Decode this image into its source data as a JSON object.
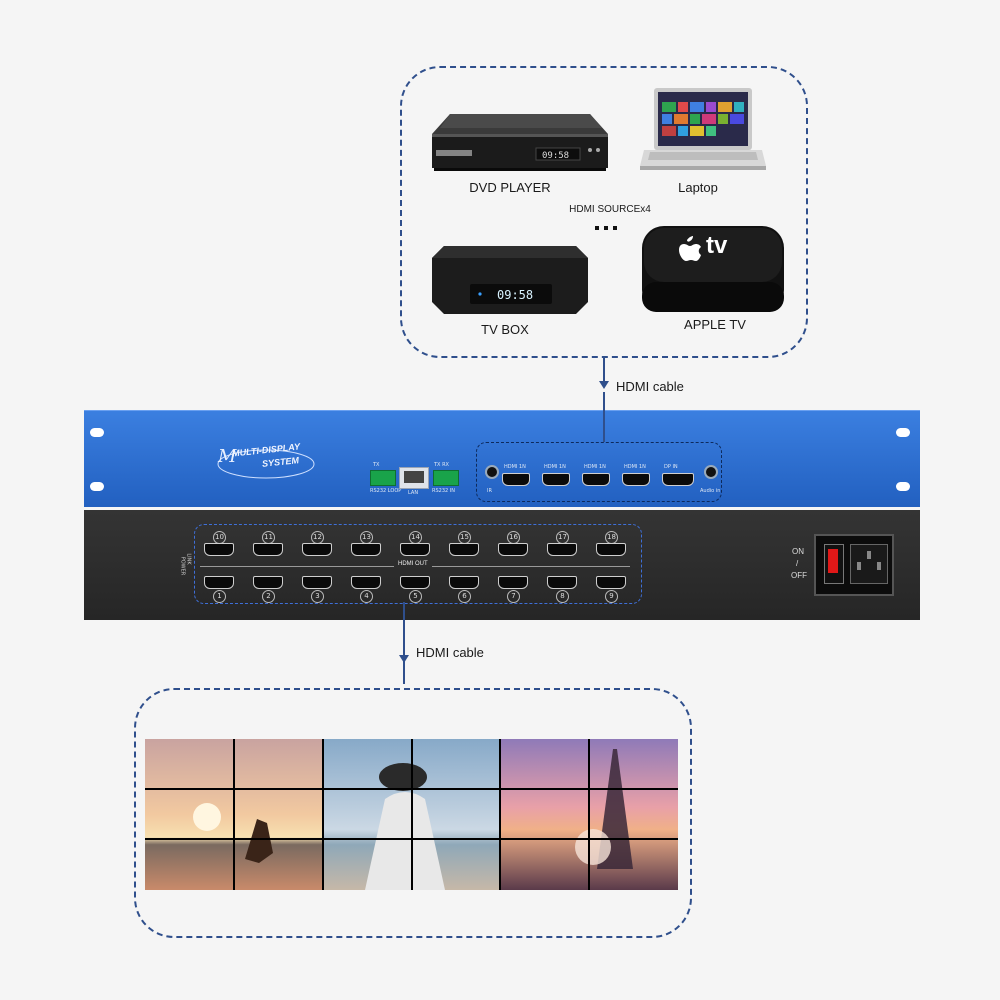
{
  "sources": {
    "dvd_label": "DVD PLAYER",
    "laptop_label": "Laptop",
    "center_label": "HDMI SOURCEx4",
    "tvbox_label": "TV BOX",
    "tvbox_time": "09:58",
    "appletv_label": "APPLE TV",
    "appletv_logo_text": "tv"
  },
  "cables": {
    "top_label": "HDMI cable",
    "bottom_label": "HDMI cable"
  },
  "device": {
    "logo_line1": "MULTI-DISPLAY",
    "logo_line2": "SYSTEM",
    "tx_label": "TX",
    "txrx_label": "TX RX",
    "rs232_loop": "RS232 LOOP",
    "rs232_in": "RS232 IN",
    "lan_label": "LAN",
    "inputs": [
      "HDMI 1N",
      "HDMI 1N",
      "HDMI 1N",
      "HDMI 1N",
      "DP IN"
    ],
    "input_left": "IR",
    "input_right": "Audio in",
    "hdmi_out": "HDMI OUT",
    "link": "LINK",
    "power": "POWER",
    "on": "ON",
    "slash": "/",
    "off": "OFF",
    "top_numbers": [
      "10",
      "11",
      "12",
      "13",
      "14",
      "15",
      "16",
      "17",
      "18"
    ],
    "bottom_numbers": [
      "1",
      "2",
      "3",
      "4",
      "5",
      "6",
      "7",
      "8",
      "9"
    ]
  },
  "colors": {
    "accent_blue": "#2f4f8c",
    "chassis_blue": "#2f6fd0",
    "chassis_dark": "#2b2b2b"
  }
}
